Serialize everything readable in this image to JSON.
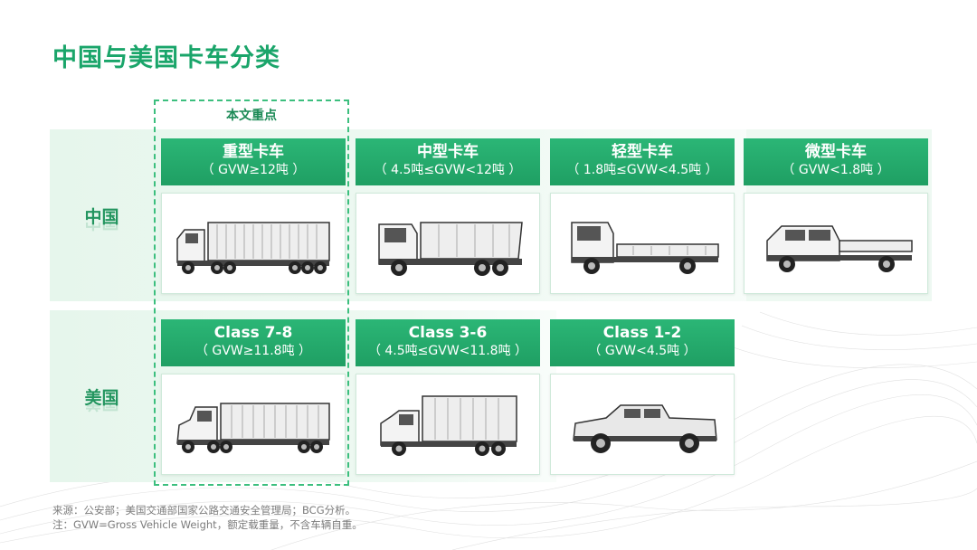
{
  "title": "中国与美国卡车分类",
  "focus_label": "本文重点",
  "rows": {
    "china": {
      "label": "中国"
    },
    "usa": {
      "label": "美国"
    }
  },
  "china_cards": [
    {
      "name": "重型卡车",
      "gvw": "（ GVW≥12吨 ）",
      "icon": "heavy-container-truck-icon"
    },
    {
      "name": "中型卡车",
      "gvw": "（ 4.5吨≤GVW<12吨 ）",
      "icon": "dump-truck-icon"
    },
    {
      "name": "轻型卡车",
      "gvw": "（ 1.8吨≤GVW<4.5吨 ）",
      "icon": "light-flatbed-truck-icon"
    },
    {
      "name": "微型卡车",
      "gvw": "（ GVW<1.8吨 ）",
      "icon": "mini-pickup-truck-icon"
    }
  ],
  "usa_cards": [
    {
      "name": "Class 7-8",
      "gvw": "（ GVW≥11.8吨 ）",
      "icon": "semi-trailer-truck-icon"
    },
    {
      "name": "Class 3-6",
      "gvw": "（ 4.5吨≤GVW<11.8吨 ）",
      "icon": "box-truck-icon"
    },
    {
      "name": "Class 1-2",
      "gvw": "（ GVW<4.5吨 ）",
      "icon": "pickup-truck-icon"
    }
  ],
  "footnotes": {
    "source": "来源：公安部；美国交通部国家公路交通安全管理局；BCG分析。",
    "note": "注：GVW=Gross Vehicle Weight，额定载重量，不含车辆自重。"
  },
  "colors": {
    "accent": "#1aa56a",
    "header": "#24ad6c",
    "band": "#e8f7ee"
  }
}
